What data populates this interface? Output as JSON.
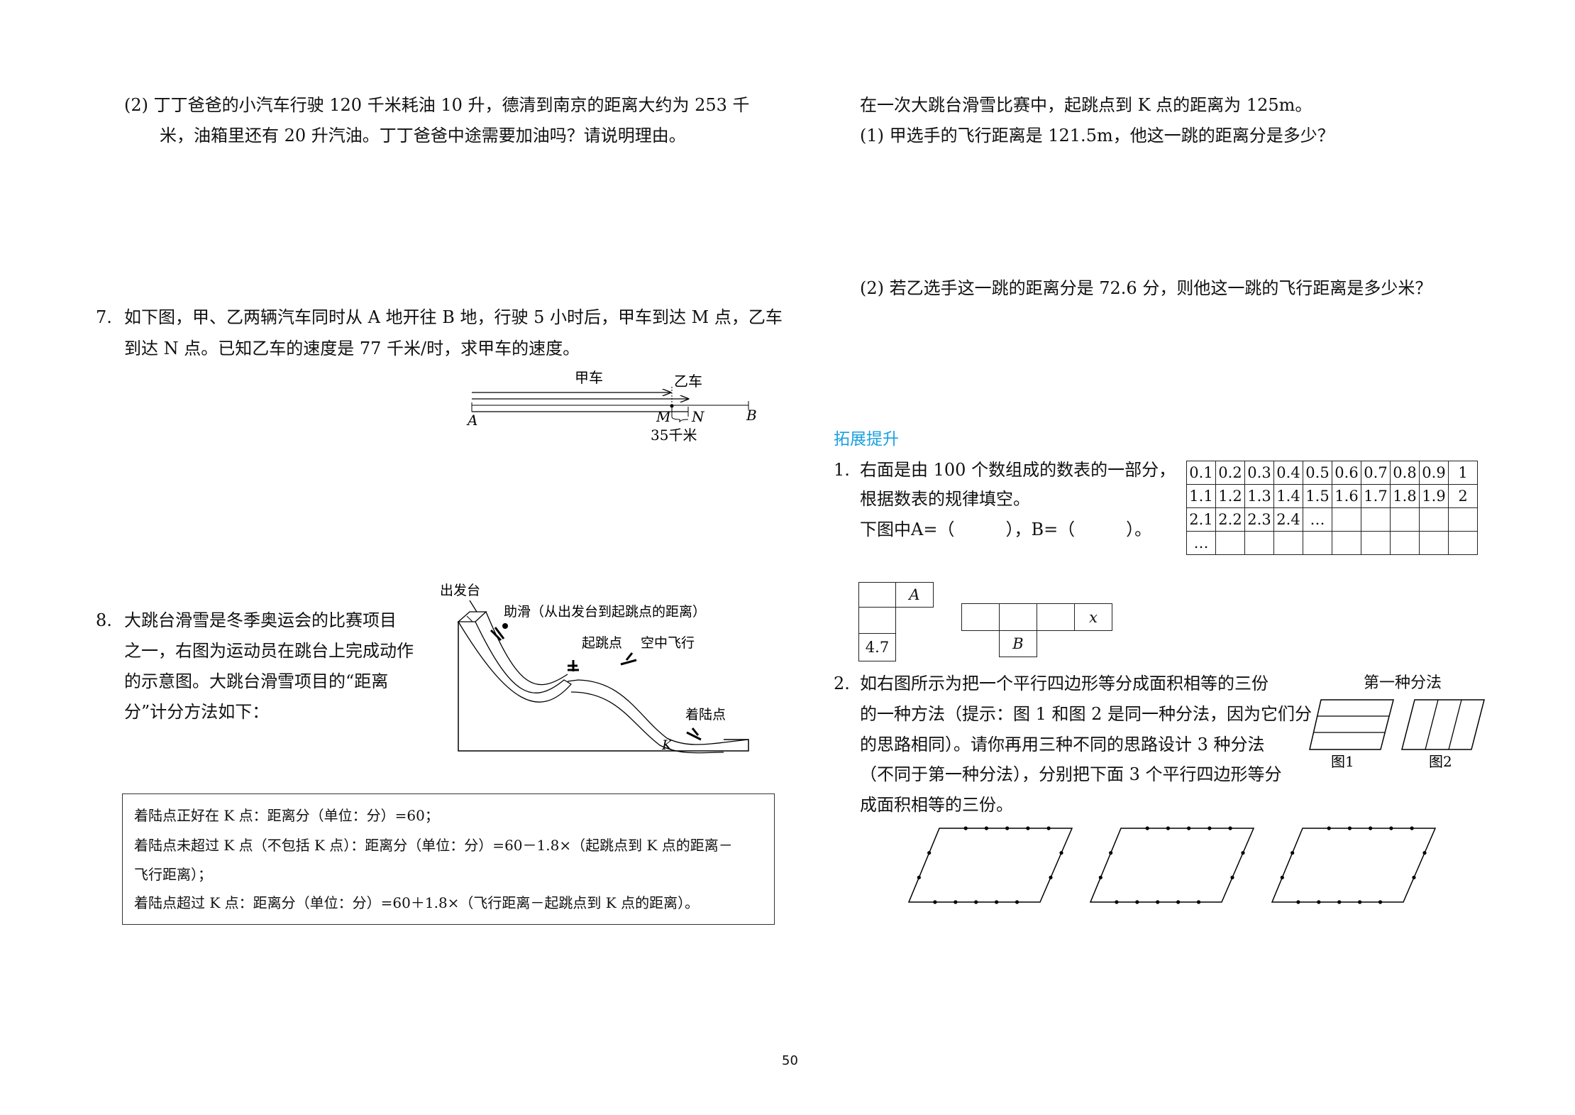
{
  "left": {
    "q6_2": {
      "line1": "(2) 丁丁爸爸的小汽车行驶 120 千米耗油 10 升，德清到南京的距离大约为 253 千",
      "line2": "米，油箱里还有 20 升汽油。丁丁爸爸中途需要加油吗？请说明理由。"
    },
    "q7": {
      "num": "7.",
      "line1": "如下图，甲、乙两辆汽车同时从 A 地开往 B 地，行驶 5 小时后，甲车到达 M 点，乙车",
      "line2": "到达 N 点。已知乙车的速度是 77 千米/时，求甲车的速度。",
      "diagram": {
        "car_a": "甲车",
        "car_b": "乙车",
        "A": "A",
        "M": "M",
        "N": "N",
        "B": "B",
        "gap": "35千米"
      }
    },
    "q8": {
      "num": "8.",
      "lines": [
        "大跳台滑雪是冬季奥运会的比赛项目",
        "之一，右图为运动员在跳台上完成动作",
        "的示意图。大跳台滑雪项目的“距离",
        "分”计分方法如下："
      ],
      "diagram": {
        "start": "出发台",
        "run": "助滑（从出发台到起跳点的距离）",
        "takeoff": "起跳点",
        "flight": "空中飞行",
        "landing": "着陆点",
        "K": "K"
      }
    },
    "rules": [
      "着陆点正好在 K 点：距离分（单位：分）=60；",
      "着陆点未超过 K 点（不包括 K 点）：距离分（单位：分）=60－1.8×（起跳点到 K 点的距离－",
      "飞行距离）；",
      "着陆点超过 K 点：距离分（单位：分）=60＋1.8×（飞行距离－起跳点到 K 点的距离）。"
    ]
  },
  "right": {
    "intro": "在一次大跳台滑雪比赛中，起跳点到 K 点的距离为 125m。",
    "q1": "(1) 甲选手的飞行距离是 121.5m，他这一跳的距离分是多少？",
    "q2": "(2) 若乙选手这一跳的距离分是 72.6 分，则他这一跳的飞行距离是多少米？",
    "section": "拓展提升",
    "ex1": {
      "num": "1.",
      "lines": [
        "右面是由 100 个数组成的数表的一部分，",
        "根据数表的规律填空。",
        "下图中A=（　　　），B=（　　　）。"
      ],
      "table": [
        [
          "0.1",
          "0.2",
          "0.3",
          "0.4",
          "0.5",
          "0.6",
          "0.7",
          "0.8",
          "0.9",
          "1"
        ],
        [
          "1.1",
          "1.2",
          "1.3",
          "1.4",
          "1.5",
          "1.6",
          "1.7",
          "1.8",
          "1.9",
          "2"
        ],
        [
          "2.1",
          "2.2",
          "2.3",
          "2.4",
          "…",
          "",
          "",
          "",
          "",
          ""
        ],
        [
          "…",
          "",
          "",
          "",
          "",
          "",
          "",
          "",
          "",
          ""
        ]
      ],
      "cells": {
        "A": "A",
        "v": "4.7",
        "x": "x",
        "B": "B"
      }
    },
    "ex2": {
      "num": "2.",
      "lines": [
        "如右图所示为把一个平行四边形等分成面积相等的三份",
        "的一种方法（提示：图 1 和图 2 是同一种分法，因为它们分",
        "的思路相同）。请你再用三种不同的思路设计 3 种分法",
        "（不同于第一种分法），分别把下面 3 个平行四边形等分",
        "成面积相等的三份。"
      ],
      "method_title": "第一种分法",
      "fig1": "图1",
      "fig2": "图2"
    }
  },
  "page_number": "50"
}
